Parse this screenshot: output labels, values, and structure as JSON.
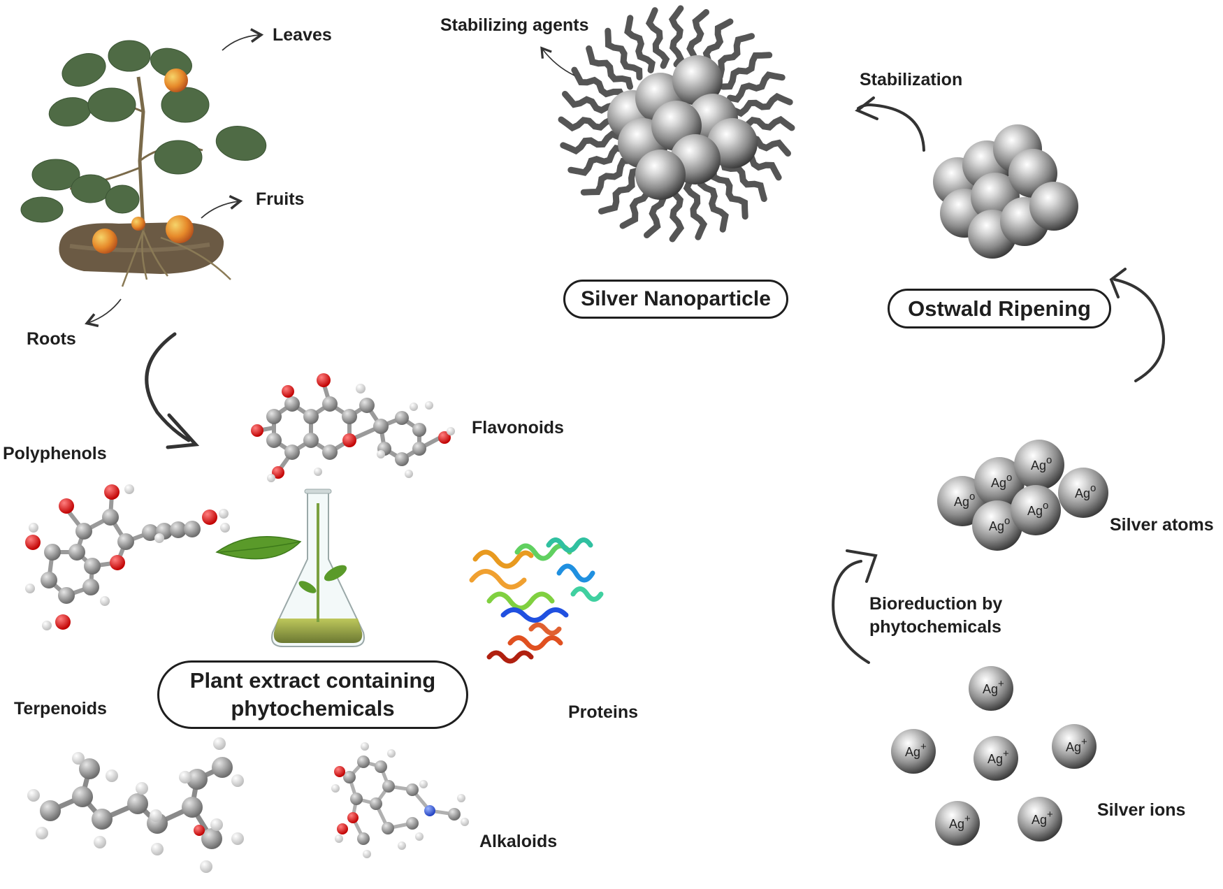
{
  "plant": {
    "labels": {
      "leaves": "Leaves",
      "fruits": "Fruits",
      "roots": "Roots"
    }
  },
  "phytochemicals": {
    "title_line1": "Plant extract containing",
    "title_line2": "phytochemicals",
    "classes": {
      "polyphenols": "Polyphenols",
      "flavonoids": "Flavonoids",
      "proteins": "Proteins",
      "terpenoids": "Terpenoids",
      "alkaloids": "Alkaloids"
    }
  },
  "synthesis": {
    "silver_ions": {
      "label": "Silver ions",
      "symbol": "Ag",
      "charge": "+",
      "count": 6
    },
    "bioreduction": {
      "line1": "Bioreduction by",
      "line2": "phytochemicals"
    },
    "silver_atoms": {
      "label": "Silver atoms",
      "symbol": "Ag",
      "charge": "o",
      "count": 6
    },
    "ostwald": {
      "label": "Ostwald Ripening"
    },
    "stabilization": {
      "label": "Stabilization"
    },
    "nanoparticle": {
      "label": "Silver Nanoparticle",
      "stabilizer_label": "Stabilizing agents"
    }
  },
  "colors": {
    "text": "#1e1e1e",
    "arrow": "#333333",
    "silver_light": "#f2f2f2",
    "silver_dark": "#3a3a3a",
    "ligand": "#555555",
    "oxygen": "#e01818",
    "carbon": "#8a8a8a",
    "hydrogen": "#f0f0f0",
    "nitrogen": "#3060e0",
    "leaf": "#4f6b45",
    "fruit": "#e08a2a",
    "soil": "#6b5a44"
  }
}
